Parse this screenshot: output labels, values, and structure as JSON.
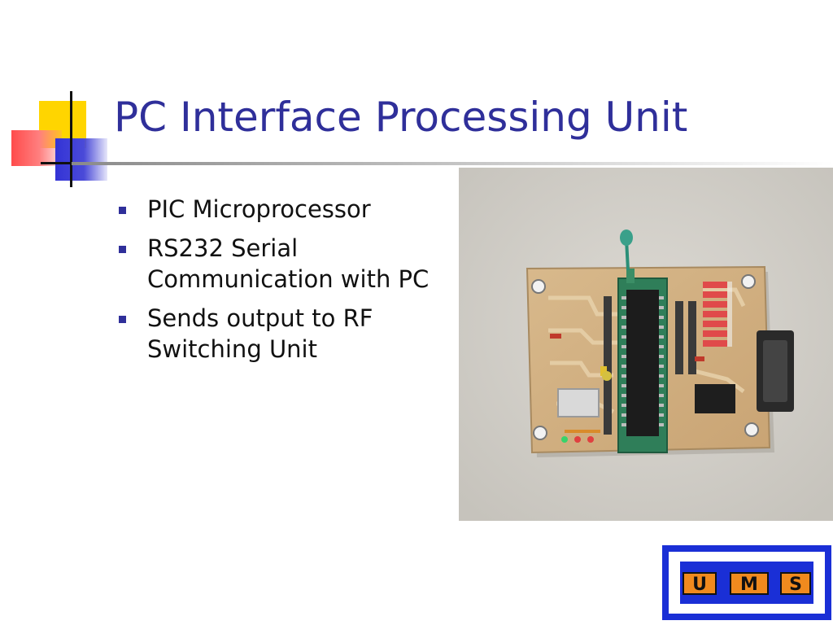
{
  "slide": {
    "title": "PC Interface Processing Unit",
    "bullets": [
      "PIC Microprocessor",
      "RS232 Serial Communication with PC",
      "Sends output to RF Switching Unit"
    ]
  },
  "logo": {
    "letters": [
      "U",
      "M",
      "S"
    ]
  },
  "colors": {
    "title": "#2f2f9a",
    "bullet_marker": "#2f2f9a",
    "body_text": "#111111",
    "ornament_yellow": "#ffd500",
    "ornament_red": "#ff4b4b",
    "ornament_blue": "#3333d6",
    "logo_blue": "#1a2fd6",
    "logo_orange": "#f08a1e"
  },
  "icons": {
    "bullet": "square-bullet-icon",
    "photo": "circuit-board-photo",
    "logo": "ums-logo"
  }
}
